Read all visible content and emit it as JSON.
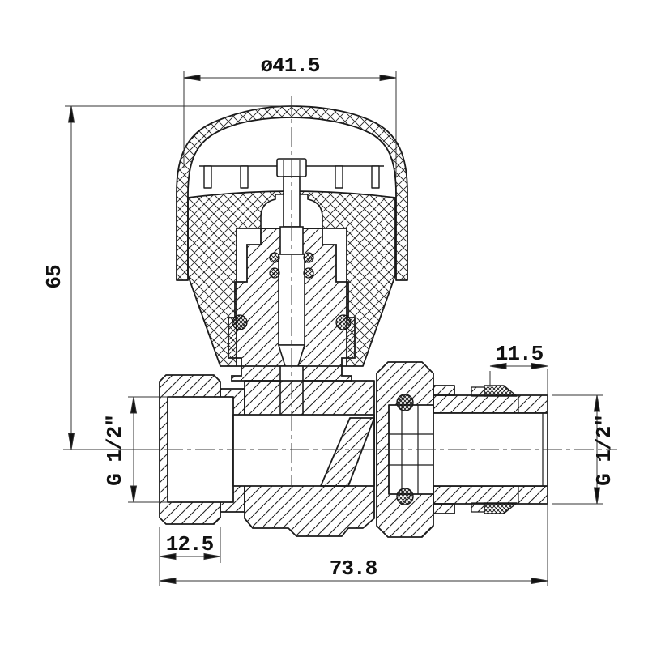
{
  "drawing": {
    "kind": "technical-section-drawing",
    "subject": "straight radiator valve cross-section",
    "background_color": "#ffffff",
    "line_color": "#1b1b1b",
    "dims": {
      "cap_diameter": "ø41.5",
      "overall_height": "65",
      "inlet_thread": "G 1/2″",
      "outlet_thread": "G 1/2″",
      "inlet_length": "12.5",
      "tail_length": "11.5",
      "overall_length": "73.8"
    }
  }
}
